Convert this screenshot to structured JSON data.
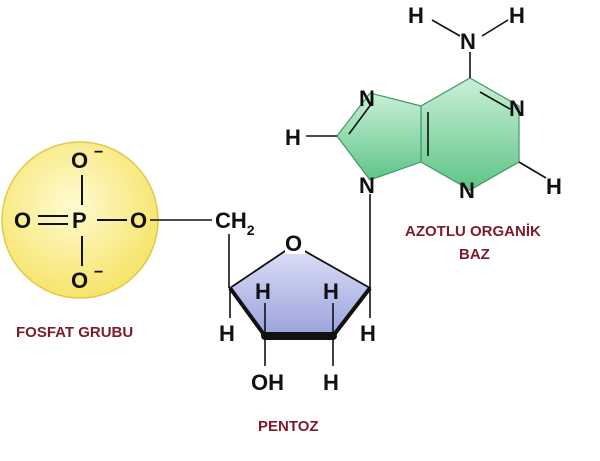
{
  "labels": {
    "phosphate": "FOSFAT GRUBU",
    "sugar": "PENTOZ",
    "base_line1": "AZOTLU ORGANİK",
    "base_line2": "BAZ"
  },
  "atoms": {
    "o": "O",
    "p": "P",
    "h": "H",
    "n": "N",
    "ch": "CH",
    "sub2": "2",
    "oh": "OH",
    "minus": "−"
  },
  "colors": {
    "phosphate_fill": "#f9ef8e",
    "phosphate_stroke": "#e7cf4a",
    "sugar_fill": "#b7bde8",
    "base_fill": "#8fd9ac",
    "label": "#7b1c2a"
  }
}
